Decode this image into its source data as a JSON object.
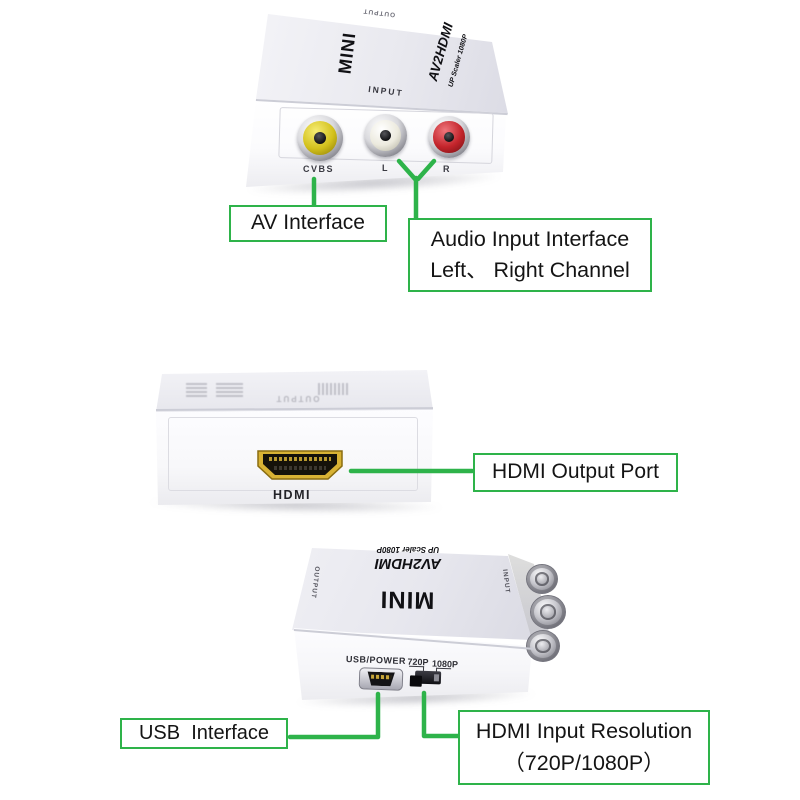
{
  "colors": {
    "annotation_green": "#2eb34a",
    "cvbs_jack_yellow": "#d3c11c",
    "left_jack_white": "#eceade",
    "right_jack_red": "#c3242b",
    "hdmi_port_gold": "#d8b234"
  },
  "callouts": {
    "av_interface": "AV Interface",
    "audio_line1": "Audio Input Interface",
    "audio_line2": "Left、 Right Channel",
    "hdmi_output": "HDMI Output Port",
    "usb_interface": "USB  Interface",
    "resolution_line1": "HDMI Input Resolution",
    "resolution_line2": "（720P/1080P）"
  },
  "device_top_view": {
    "brand": "MINI",
    "model": "AV2HDMI",
    "scale_text": "UP Scaler 1080P",
    "panel_label": "INPUT",
    "top_edge_label": "OUTPUT",
    "jacks": [
      {
        "label": "CVBS",
        "color": "#d3c11c"
      },
      {
        "label": "L",
        "color": "#eceade"
      },
      {
        "label": "R",
        "color": "#c3242b"
      }
    ]
  },
  "device_hdmi_view": {
    "port_label": "HDMI",
    "faint_top_label": "OUTPUT"
  },
  "device_bottom_view": {
    "brand": "MINI",
    "model": "AV2HDMI",
    "scale_text": "UP Scaler 1080P",
    "left_edge_label": "OUTPUT",
    "right_edge_label": "INPUT",
    "usb_port_label": "USB/POWER",
    "switch_labels": [
      "720P",
      "1080P"
    ]
  }
}
